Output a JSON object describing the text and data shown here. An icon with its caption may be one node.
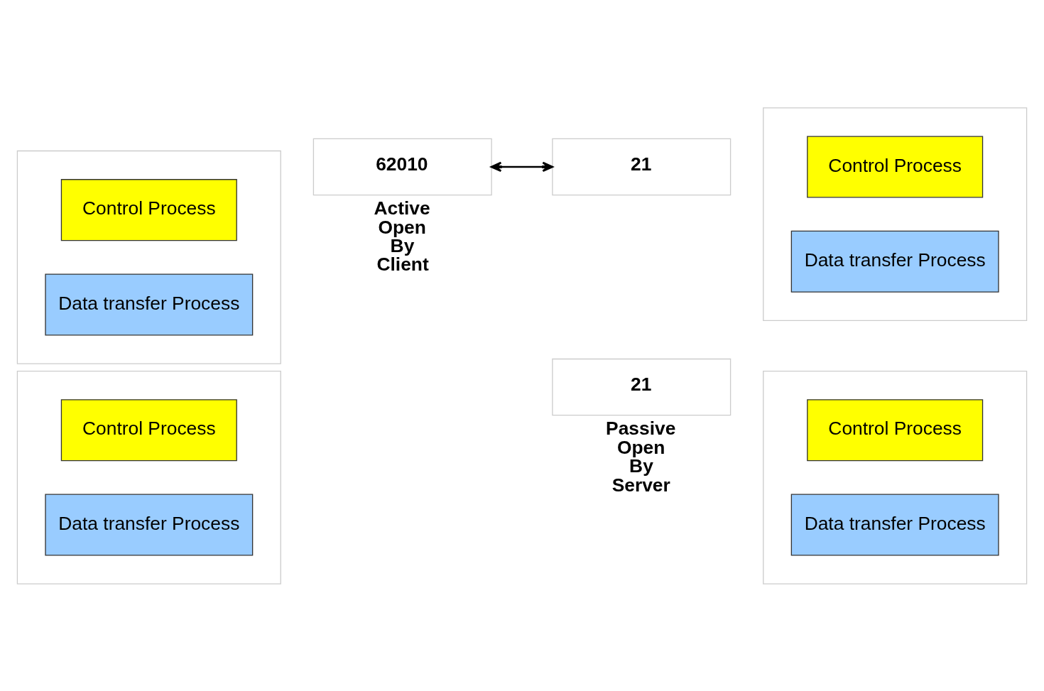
{
  "diagram": {
    "nodes": [
      {
        "text": [],
        "shape": "box"
      },
      {
        "text": [
          "Control Process"
        ],
        "in": 0
      },
      {
        "text": [
          "Data transfer Process"
        ],
        "in": 0
      },
      {
        "text": [
          "21"
        ],
        "beside": [
          "Passive Open By Server"
        ]
      },
      {
        "text": [],
        "shape": "box"
      },
      {
        "text": [
          "Control Process"
        ],
        "in": 4
      },
      {
        "text": [
          "Data transfer Process"
        ],
        "in": 4
      },
      {
        "text": [],
        "shape": "box"
      },
      {
        "text": [
          "Control Process"
        ],
        "in": 7
      },
      {
        "text": [
          "Data transfer Process"
        ],
        "in": 7
      },
      {
        "text": [
          "62010"
        ],
        "beside": [
          "Active Open By Client"
        ]
      },
      {
        "text": [
          "21"
        ]
      },
      {
        "text": [],
        "shape": "box"
      },
      {
        "text": [
          "Control Process"
        ],
        "in": 12
      },
      {
        "text": [
          "Data transfer Process"
        ],
        "in": 12
      }
    ],
    "edges": [
      {
        "from": 10,
        "to": 11,
        "arrow": "both"
      }
    ]
  }
}
